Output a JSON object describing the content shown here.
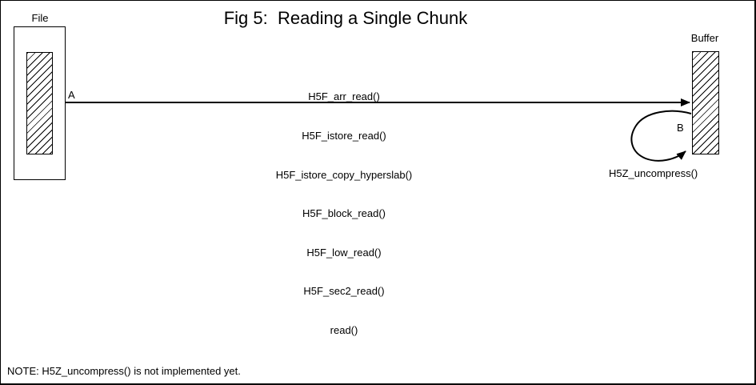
{
  "title": "Fig 5:  Reading a Single Chunk",
  "file": {
    "label": "File"
  },
  "buffer": {
    "label": "Buffer"
  },
  "read_path": {
    "marker": "A",
    "functions": [
      "H5F_arr_read()",
      "H5F_istore_read()",
      "H5F_istore_copy_hyperslab()",
      "H5F_block_read()",
      "H5F_low_read()",
      "H5F_sec2_read()",
      "read()"
    ]
  },
  "uncompress_loop": {
    "marker": "B",
    "function_label": "H5Z_uncompress()"
  },
  "note": "NOTE: H5Z_uncompress() is not implemented yet.",
  "colors": {
    "ink": "#000000",
    "paper": "#ffffff"
  }
}
